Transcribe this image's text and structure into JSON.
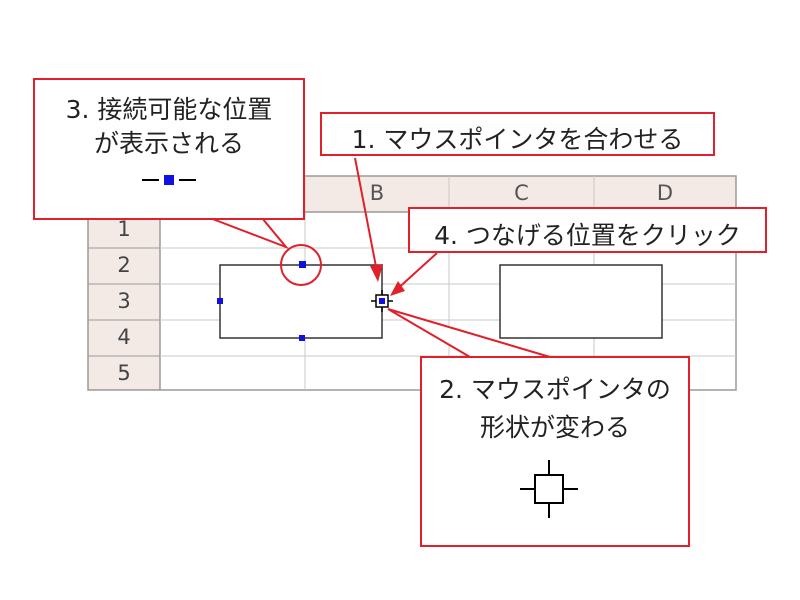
{
  "spreadsheet": {
    "column_headers": [
      "B",
      "C",
      "D"
    ],
    "row_numbers": [
      "1",
      "2",
      "3",
      "4",
      "5"
    ]
  },
  "callouts": {
    "step3": {
      "line1": "3. 接続可能な位置",
      "line2": "が表示される",
      "icon": "connection-point-icon"
    },
    "step1": {
      "text": "1. マウスポインタを合わせる"
    },
    "step4": {
      "text": "4. つなげる位置をクリック"
    },
    "step2": {
      "line1": "2. マウスポインタの",
      "line2": "形状が変わる",
      "icon": "connector-cursor-icon"
    }
  },
  "colors": {
    "callout_border": "#e0202a",
    "header_fill": "#f3e9e5",
    "grid": "#c8c8c8",
    "handle": "#1010e0"
  }
}
